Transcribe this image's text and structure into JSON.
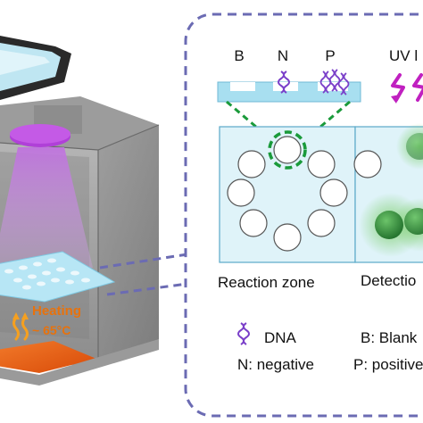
{
  "inset": {
    "well_labels": {
      "blank": "B",
      "negative": "N",
      "positive": "P"
    },
    "uv_label": "UV l",
    "zones": {
      "reaction": "Reaction zone",
      "detection": "Detectio"
    },
    "legend": {
      "dna": "DNA",
      "blank": "B: Blank",
      "negative": "N: negative",
      "positive": "P: positive"
    }
  },
  "device": {
    "heating_label": "Heating",
    "temperature_label": "~ 65°C"
  },
  "colors": {
    "dashed_outline": "#6b6bb3",
    "dna_purple": "#7a3fc9",
    "uv_magenta": "#c020c0",
    "chip_blue": "#a8dff0",
    "zone_fill": "#dff3f9",
    "positive_green": "#3a9a3a",
    "heating_text": "#e8720c",
    "heater_orange": "#e85d10",
    "lamp_purple": "#b040d8"
  }
}
